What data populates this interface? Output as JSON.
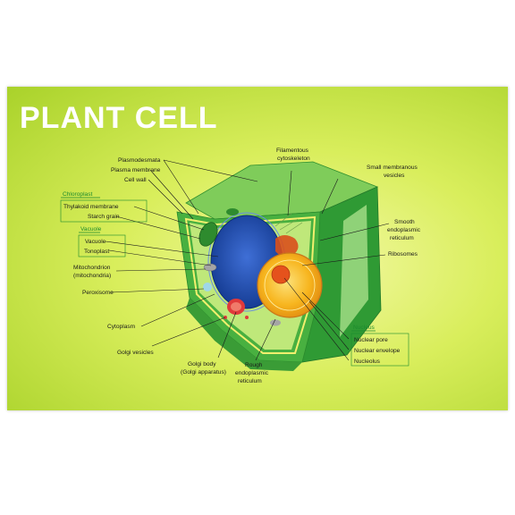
{
  "poster": {
    "title": "PLANT CELL",
    "colors": {
      "background": "#c8e43e",
      "cell_wall": "#3ea83c",
      "cytoplasm": "#b9e56a",
      "vacuole": "#1f4fb0",
      "nucleus": "#f5b21c",
      "nucleolus": "#e5521c",
      "group_label": "#1c8a2e"
    }
  },
  "labels": {
    "plasmodesmata": "Plasmodesmata",
    "plasma_membrane": "Plasma membrane",
    "cell_wall": "Cell wall",
    "filamentous_1": "Filamentous",
    "filamentous_2": "cytoskeleton",
    "small_membranous_1": "Small membranous",
    "small_membranous_2": "vesicles",
    "chloroplast": "Chloroplast",
    "thylakoid": "Thylakoid membrane",
    "starch": "Starch grain",
    "vacuole_group": "Vacuole",
    "vacuole": "Vacuole",
    "tonoplast": "Tonoplast",
    "mitochondrion_1": "Mitochondrion",
    "mitochondrion_2": "(mitochondria)",
    "peroxisome": "Peroxisome",
    "cytoplasm": "Cytoplasm",
    "golgi_vesicles": "Golgi vesicles",
    "golgi_body_1": "Golgi body",
    "golgi_body_2": "(Golgi apparatus)",
    "rough_er_1": "Rough",
    "rough_er_2": "endoplasmic",
    "rough_er_3": "reticulum",
    "smooth_er_1": "Smooth",
    "smooth_er_2": "endoplasmic",
    "smooth_er_3": "reticulum",
    "ribosomes": "Ribosomes",
    "nucleus_group": "Nucleus",
    "nuclear_pore": "Nuclear pore",
    "nuclear_envelope": "Nuclear envelope",
    "nucleolus": "Nucleolus"
  }
}
